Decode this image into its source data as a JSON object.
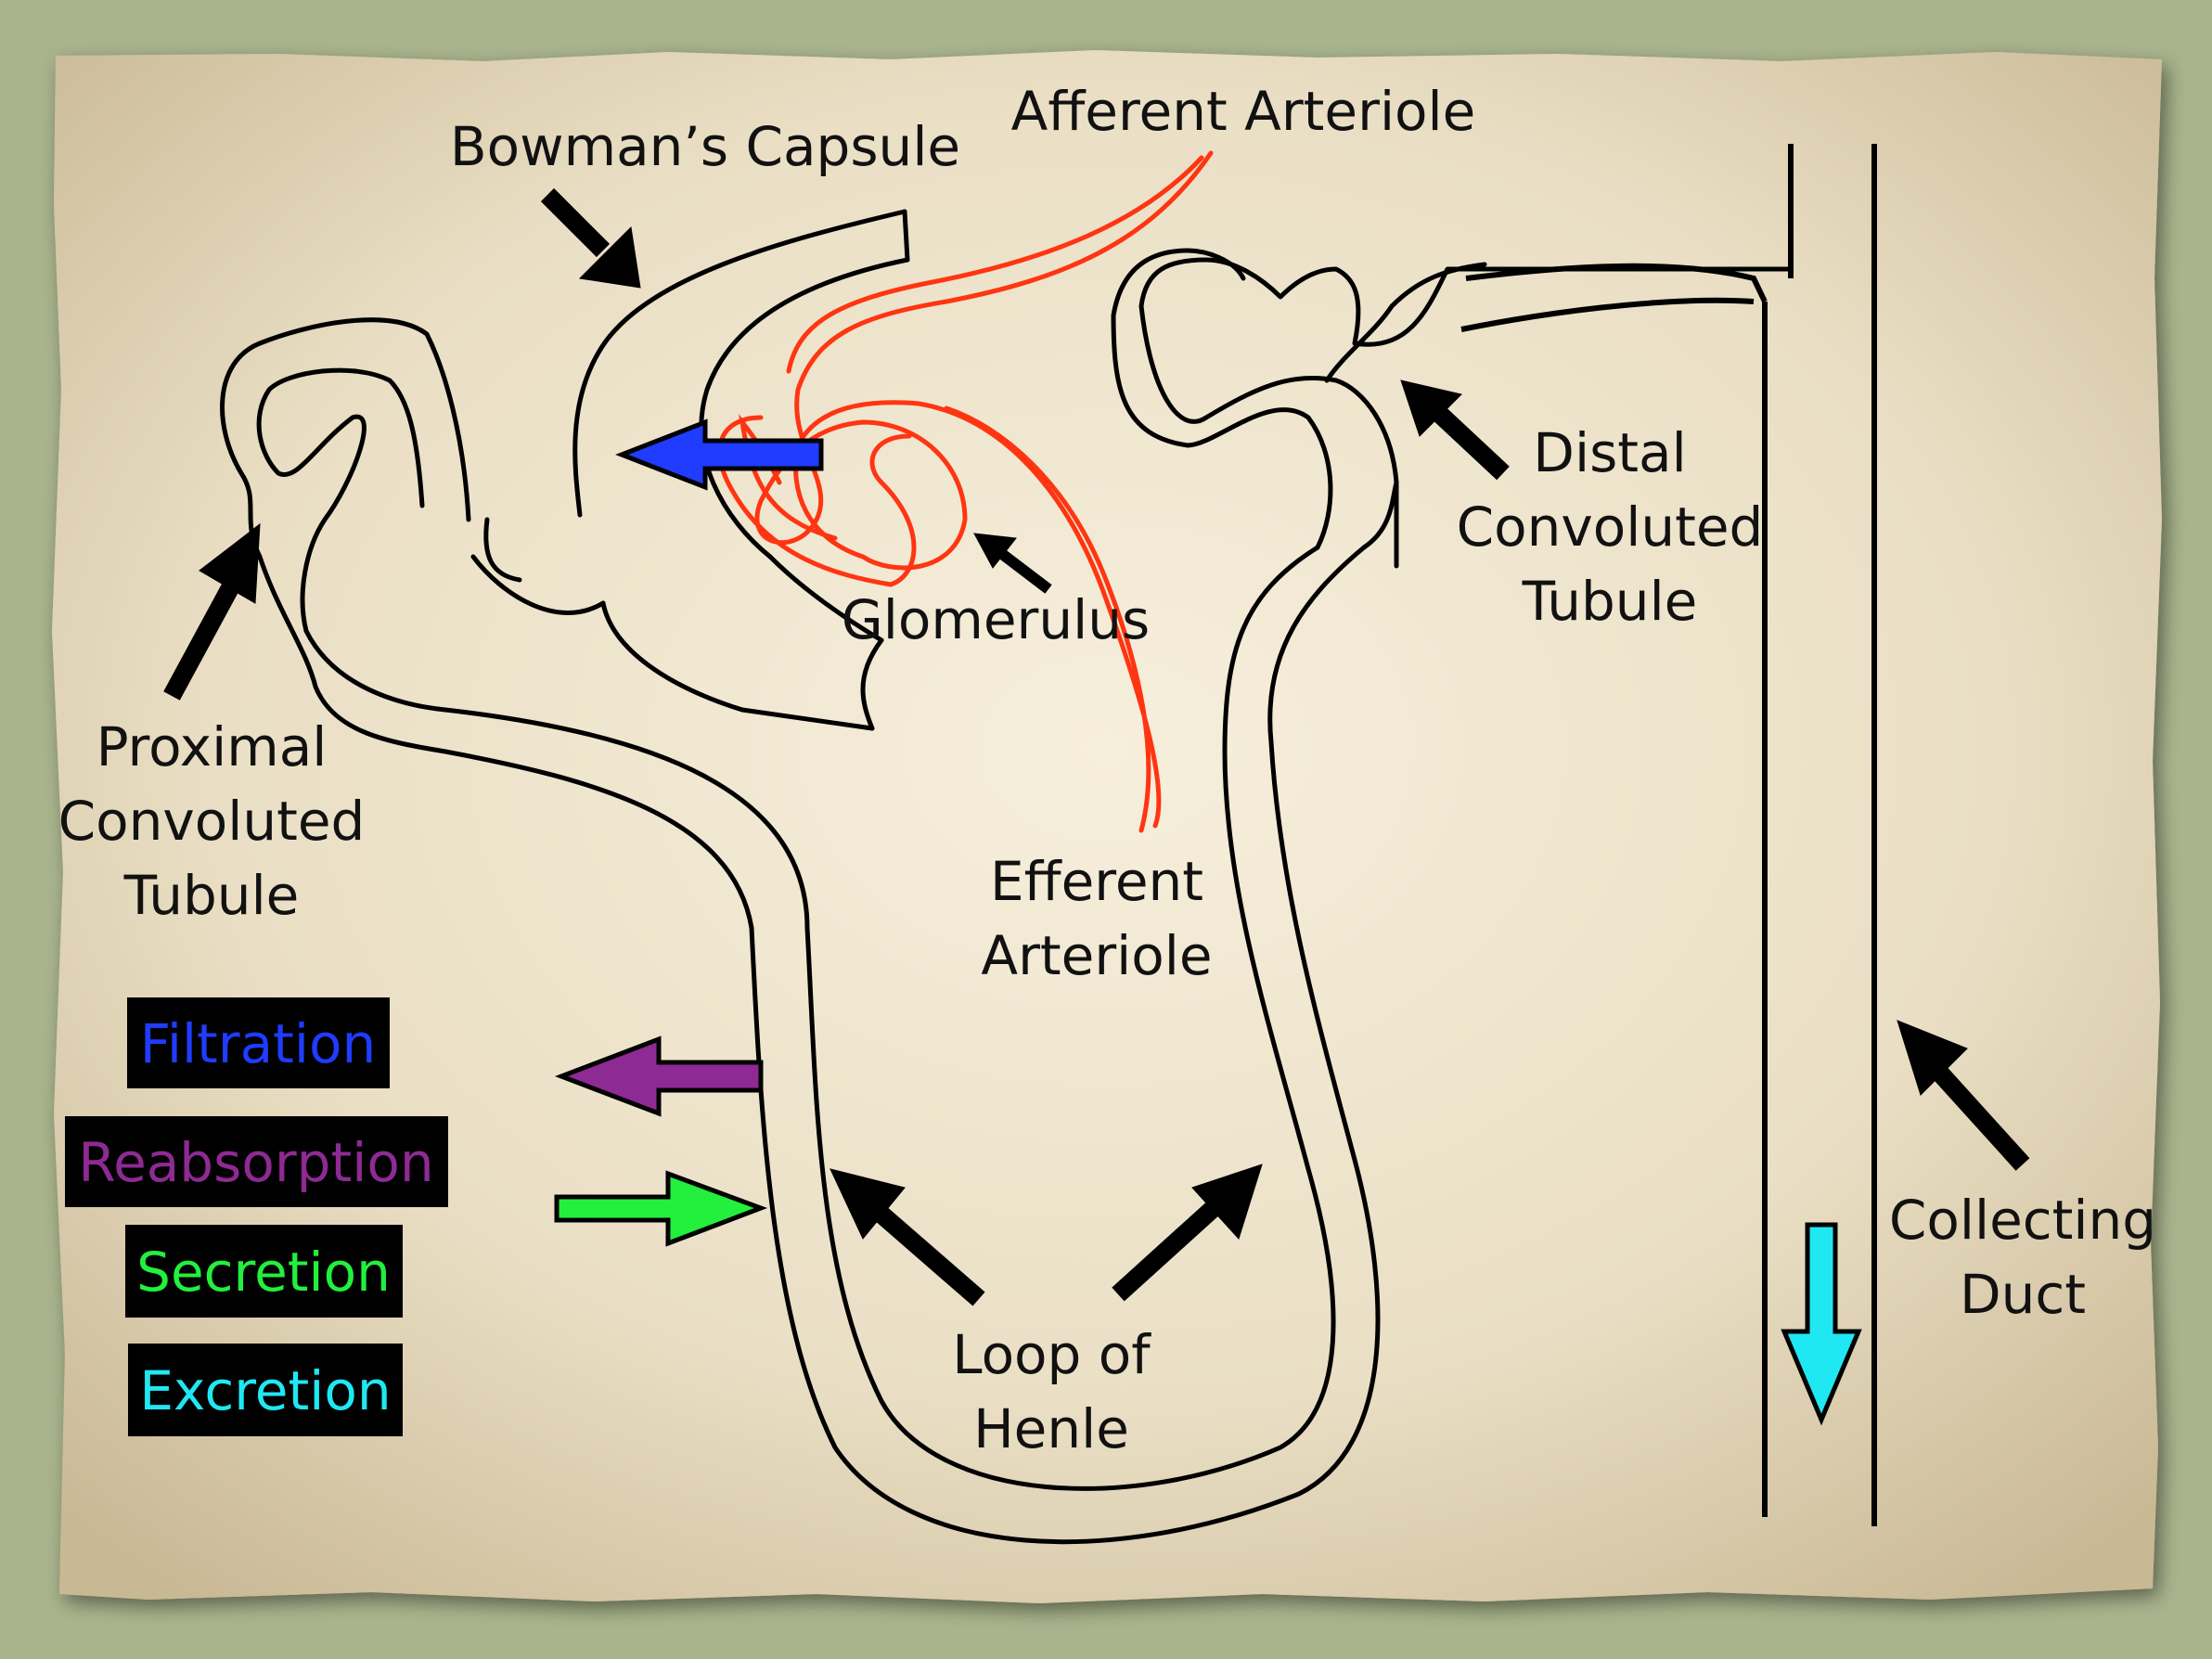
{
  "labels": {
    "afferent": "Afferent Arteriole",
    "bowman": "Bowman’s Capsule",
    "glomerulus": "Glomerulus",
    "distal": [
      "Distal",
      "Convoluted",
      "Tubule"
    ],
    "proximal": [
      "Proximal",
      "Convoluted",
      "Tubule"
    ],
    "efferent": [
      "Efferent",
      "Arteriole"
    ],
    "loop": [
      "Loop of",
      "Henle"
    ],
    "collecting": [
      "Collecting",
      "Duct"
    ]
  },
  "legend": [
    {
      "key": "filtration",
      "label": "Filtration",
      "color": "#1f3cff"
    },
    {
      "key": "reabsorption",
      "label": "Reabsorption",
      "color": "#8e2a93"
    },
    {
      "key": "secretion",
      "label": "Secretion",
      "color": "#22f03c"
    },
    {
      "key": "excretion",
      "label": "Excretion",
      "color": "#1fe8f2"
    }
  ],
  "colors": {
    "paper": "#e6dcc2",
    "vessel": "#ff3512",
    "outline": "#000000",
    "label_box": "#000000"
  }
}
